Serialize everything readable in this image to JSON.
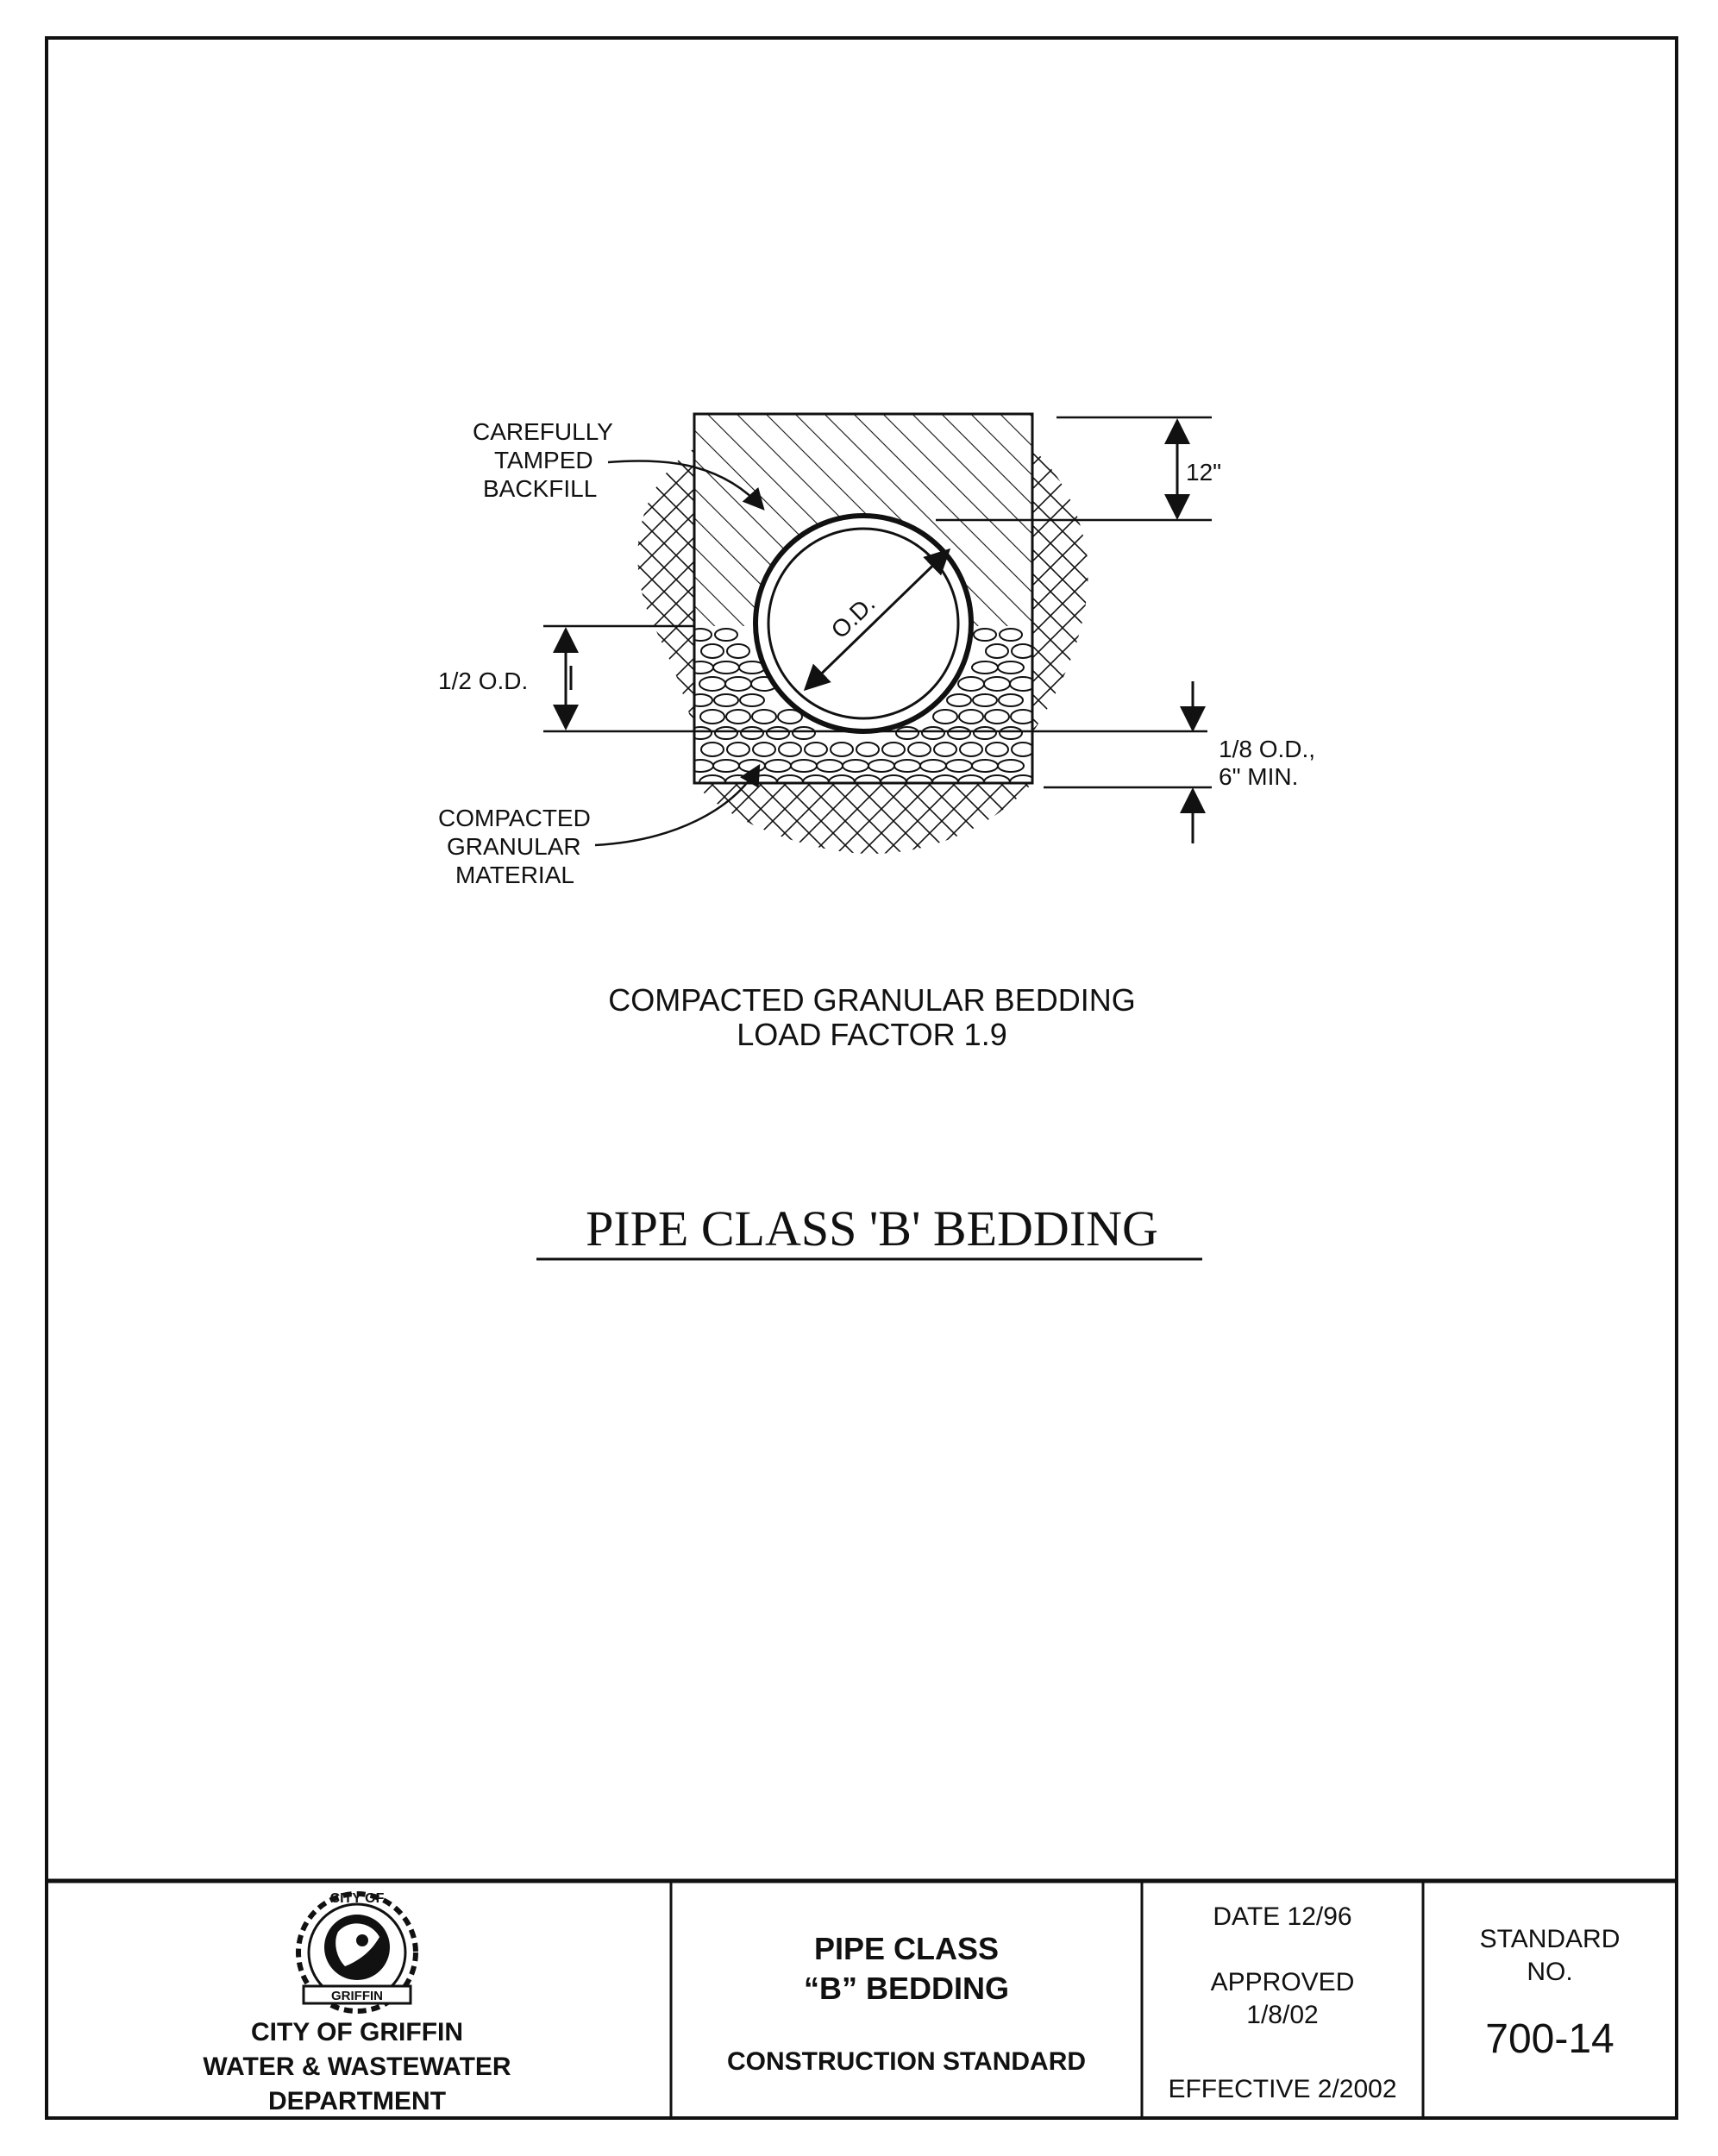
{
  "drawing": {
    "labels": {
      "backfill": [
        "CAREFULLY",
        "TAMPED",
        "BACKFILL"
      ],
      "granular": [
        "COMPACTED",
        "GRANULAR",
        "MATERIAL"
      ],
      "od": "O.D.",
      "half_od": "1/2  O.D.",
      "twelve": "12\"",
      "eighth_od_line1": "1/8  O.D.,",
      "eighth_od_line2": "6\"  MIN."
    },
    "caption": {
      "line1": "COMPACTED  GRANULAR  BEDDING",
      "line2": "LOAD  FACTOR  1.9"
    },
    "title": "PIPE  CLASS  'B'  BEDDING"
  },
  "title_block": {
    "logo_top": "CITY OF",
    "logo_banner": "GRIFFIN",
    "org_lines": [
      "CITY OF GRIFFIN",
      "WATER & WASTEWATER",
      "DEPARTMENT"
    ],
    "sheet_title_lines": [
      "PIPE CLASS",
      "“B” BEDDING"
    ],
    "sheet_subtitle": "CONSTRUCTION STANDARD",
    "date": "DATE 12/96",
    "approved_lines": [
      "APPROVED",
      "1/8/02"
    ],
    "effective": "EFFECTIVE 2/2002",
    "standard_label_lines": [
      "STANDARD",
      "NO."
    ],
    "standard_number": "700-14"
  },
  "colors": {
    "ink": "#111111",
    "paper": "#ffffff"
  },
  "icons": {
    "logo": "city-seal-icon"
  }
}
